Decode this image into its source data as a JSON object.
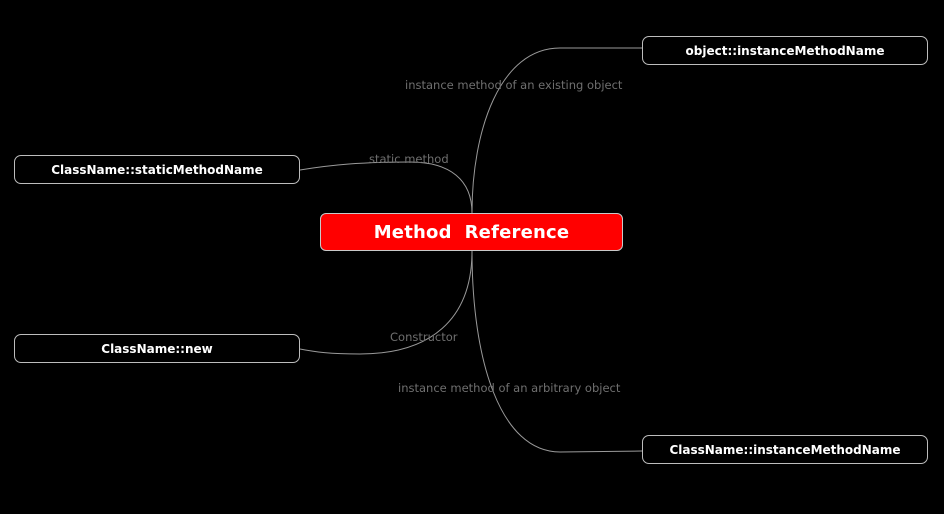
{
  "center": {
    "label": "Method  Reference",
    "fill_color": "#ff0000"
  },
  "branches": [
    {
      "edge_label": "instance method of an existing object",
      "node_label": "object::instanceMethodName"
    },
    {
      "edge_label": "static method",
      "node_label": "ClassName::staticMethodName"
    },
    {
      "edge_label": "Constructor",
      "node_label": "ClassName::new"
    },
    {
      "edge_label": "instance method of an arbitrary object",
      "node_label": "ClassName::instanceMethodName"
    }
  ],
  "colors": {
    "background": "#000000",
    "connector": "#9a9a9a",
    "edge_label": "#6f6f6f",
    "node_text": "#ffffff"
  }
}
